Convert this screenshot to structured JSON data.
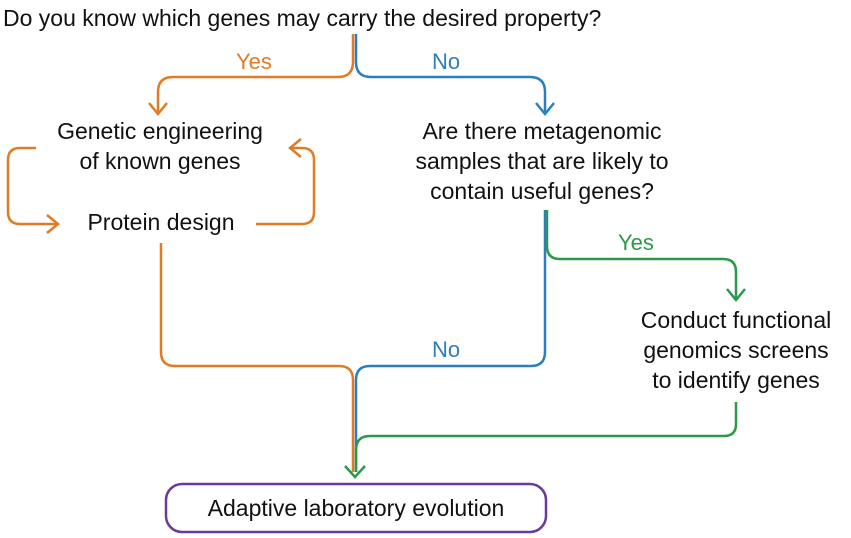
{
  "colors": {
    "orange": "#e07b26",
    "blue": "#2b7fbf",
    "green": "#2a9a4a",
    "purple": "#6a3a98",
    "text": "#111111"
  },
  "nodes": {
    "question_known_genes": "Do you know which genes may carry the desired property?",
    "genetic_engineering": [
      "Genetic engineering",
      "of known genes"
    ],
    "protein_design": "Protein design",
    "metagenomic_question": [
      "Are there metagenomic",
      "samples that are likely to",
      "contain useful genes?"
    ],
    "functional_genomics": [
      "Conduct functional",
      "genomics screens",
      "to identify genes"
    ],
    "adaptive_evolution": "Adaptive laboratory evolution"
  },
  "edge_labels": {
    "yes_known": "Yes",
    "no_known": "No",
    "yes_metagenomic": "Yes",
    "no_metagenomic": "No"
  }
}
